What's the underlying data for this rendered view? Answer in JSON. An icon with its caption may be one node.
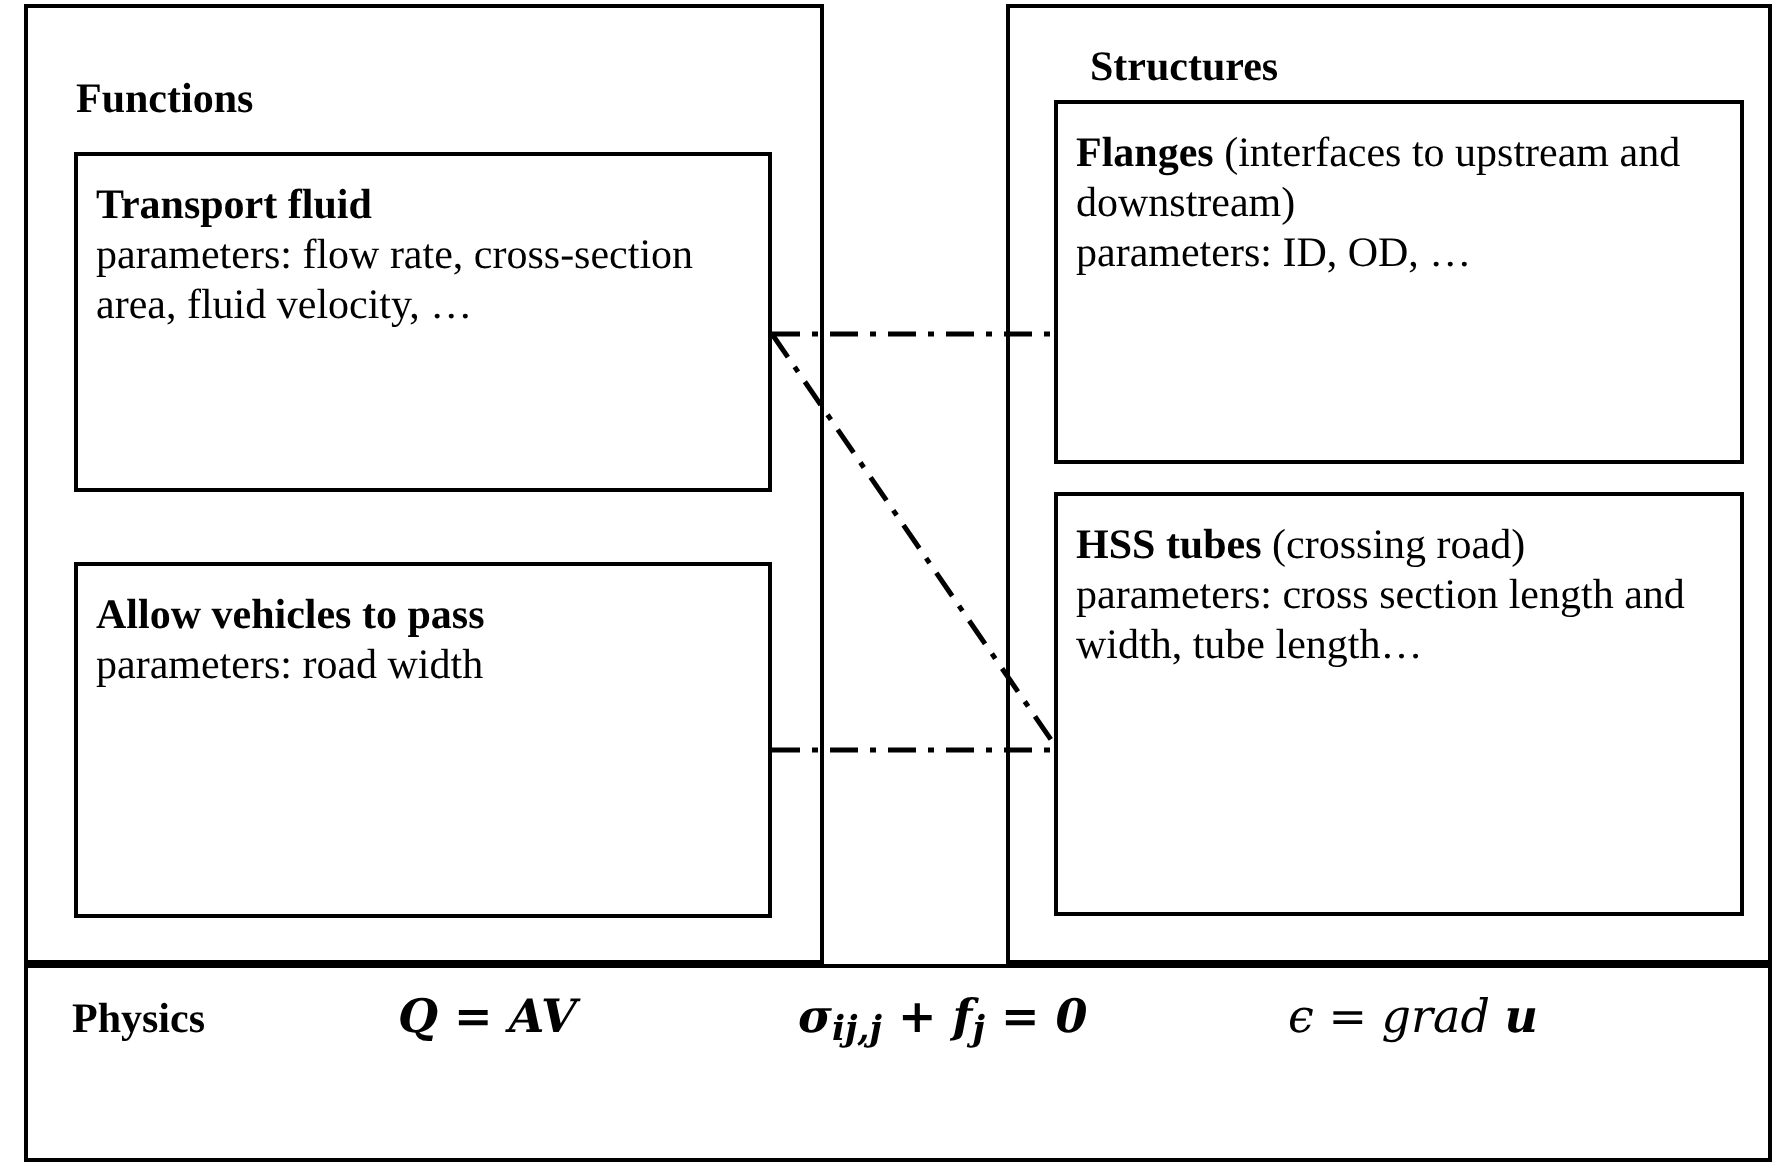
{
  "diagram": {
    "nodes": [
      {
        "text": [
          "Functions"
        ]
      },
      {
        "text": [
          "**Transport fluid**",
          "parameters: flow rate, cross-section area, fluid velocity, …"
        ],
        "in": 0
      },
      {
        "text": [
          "**Allow vehicles to pass**",
          "parameters: road width"
        ],
        "in": 0
      },
      {
        "text": [
          "Structures"
        ]
      },
      {
        "text": [
          "**Flanges** (interfaces to upstream and downstream)",
          "parameters: ID, OD, …"
        ],
        "in": 3
      },
      {
        "text": [
          "**HSS tubes** (crossing road)",
          "parameters: cross section length and width, tube length…"
        ],
        "in": 3
      },
      {
        "text": [
          "Physics",
          "Q = AV",
          "σ$_{ij,j}$ + f$_{j}$ = 0",
          "ϵ = grad **u**"
        ]
      }
    ],
    "edges": [
      {
        "from": 1,
        "to": 4,
        "arrow": "none",
        "style": "dashed"
      },
      {
        "from": 1,
        "to": 5,
        "arrow": "none",
        "style": "dashed"
      },
      {
        "from": 2,
        "to": 5,
        "arrow": "none",
        "style": "dashed"
      }
    ]
  }
}
